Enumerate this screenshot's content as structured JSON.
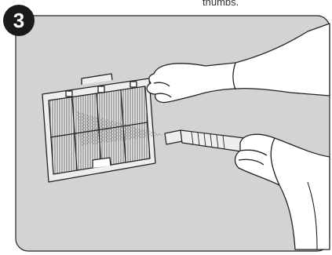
{
  "caption": {
    "text": "thumbs."
  },
  "step": {
    "number": "3"
  },
  "colors": {
    "panel_background": "#d3d3d3",
    "line_art": "#2a2a2a",
    "badge": "#1a1a1a",
    "spray": "#555555"
  },
  "icons": {
    "filter": "filter-panel-illustration",
    "hands": "gloved-hands-illustration",
    "hose": "spray-hose-illustration"
  }
}
